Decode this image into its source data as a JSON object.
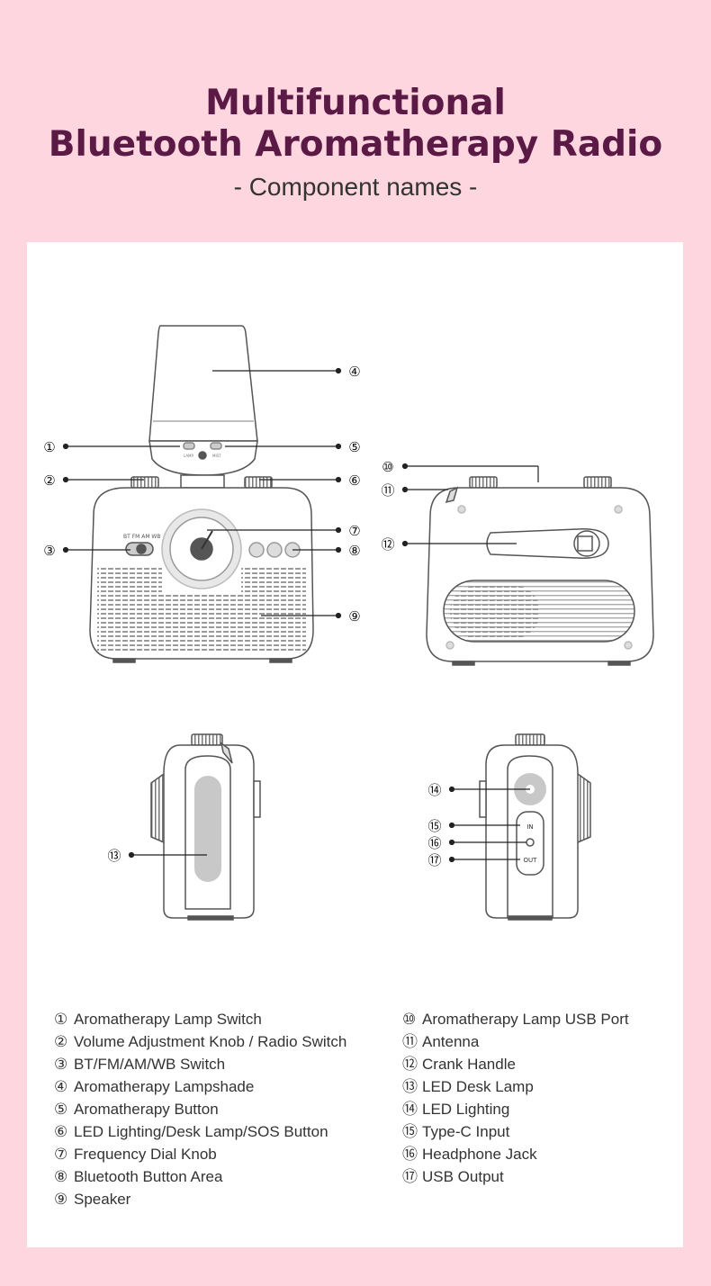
{
  "header": {
    "title_line1": "Multifunctional",
    "title_line2": "Bluetooth Aromatherapy Radio",
    "subtitle": "- Component names -"
  },
  "device_labels": {
    "lamp_switch": "LAMP",
    "mist_button": "MIST",
    "mode_switch": "BT  FM  AM WB",
    "port_in": "IN",
    "port_out": "OUT"
  },
  "callouts": [
    "①",
    "②",
    "③",
    "④",
    "⑤",
    "⑥",
    "⑦",
    "⑧",
    "⑨",
    "⑩",
    "⑪",
    "⑫",
    "⑬",
    "⑭",
    "⑮",
    "⑯",
    "⑰"
  ],
  "legend": {
    "left": [
      {
        "num": "①",
        "label": "Aromatherapy Lamp Switch"
      },
      {
        "num": "②",
        "label": "Volume Adjustment Knob / Radio Switch"
      },
      {
        "num": "③",
        "label": "BT/FM/AM/WB Switch"
      },
      {
        "num": "④",
        "label": "Aromatherapy Lampshade"
      },
      {
        "num": "⑤",
        "label": "Aromatherapy Button"
      },
      {
        "num": "⑥",
        "label": "LED Lighting/Desk Lamp/SOS Button"
      },
      {
        "num": "⑦",
        "label": "Frequency Dial Knob"
      },
      {
        "num": "⑧",
        "label": "Bluetooth Button Area"
      },
      {
        "num": "⑨",
        "label": "Speaker"
      }
    ],
    "right": [
      {
        "num": "⑩",
        "label": "Aromatherapy Lamp USB Port"
      },
      {
        "num": "⑪",
        "label": "Antenna"
      },
      {
        "num": "⑫",
        "label": "Crank Handle"
      },
      {
        "num": "⑬",
        "label": "LED Desk Lamp"
      },
      {
        "num": "⑭",
        "label": "LED Lighting"
      },
      {
        "num": "⑮",
        "label": "Type-C Input"
      },
      {
        "num": "⑯",
        "label": "Headphone Jack"
      },
      {
        "num": "⑰",
        "label": "USB Output"
      }
    ]
  },
  "colors": {
    "background": "#fdd6df",
    "title": "#5a1a45",
    "panel": "#ffffff",
    "line": "#555555",
    "fill_gray": "#c8c8c8"
  }
}
